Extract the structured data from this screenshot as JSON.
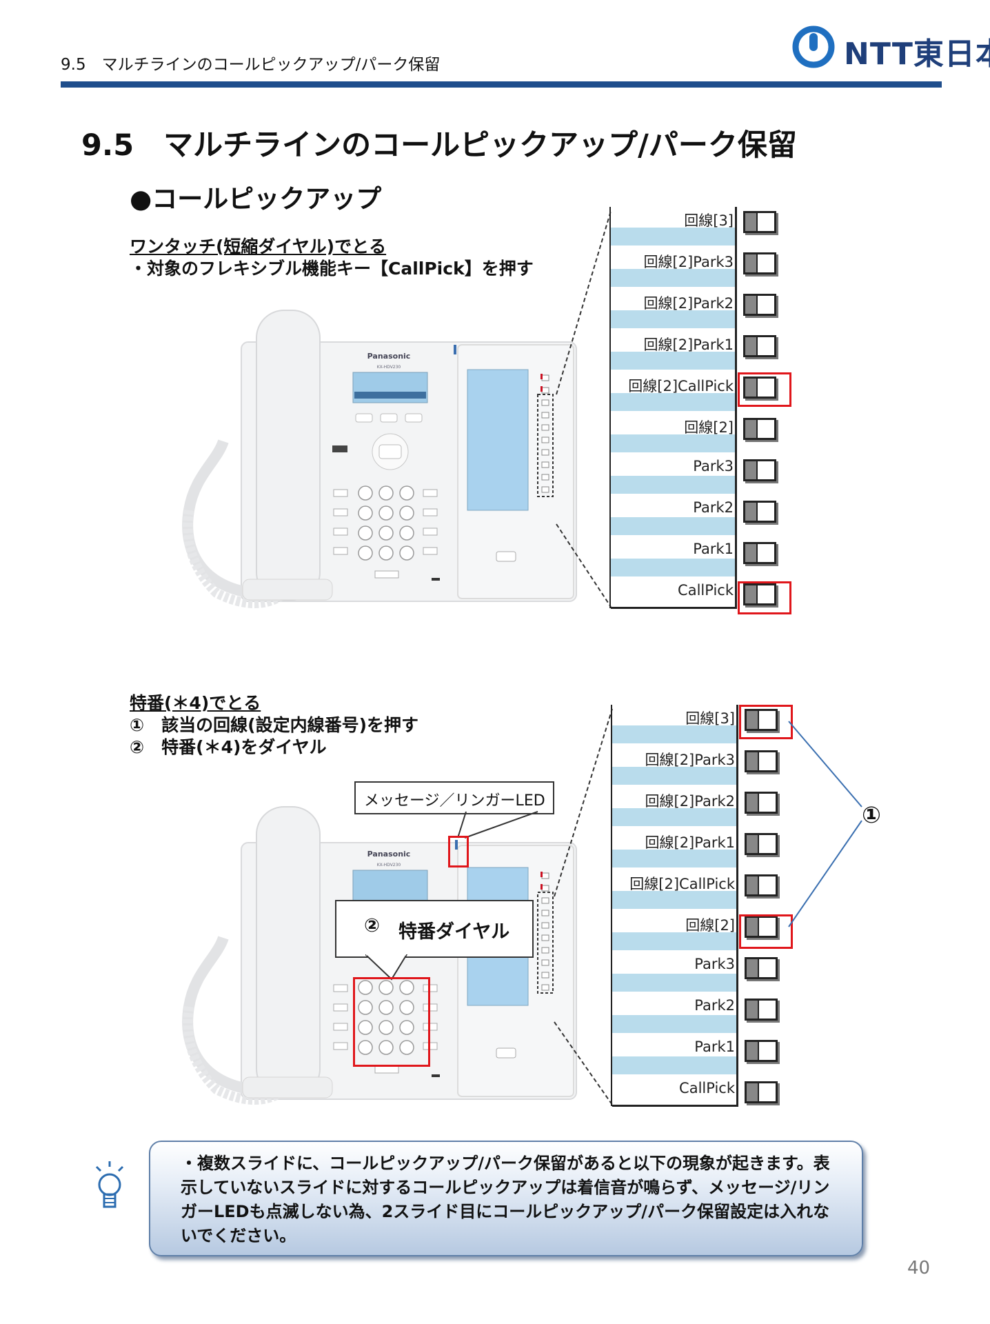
{
  "header": {
    "section_title": "9.5　マルチラインのコールピックアップ/パーク保留",
    "logo_text": "NTT東日本"
  },
  "main_title": "9.5　マルチラインのコールピックアップ/パーク保留",
  "section_heading": "●コールピックアップ",
  "one_touch": {
    "heading": "ワンタッチ(短縮ダイヤル)でとる",
    "instruction": "・対象のフレキシブル機能キー【CallPick】を押す"
  },
  "feature_code": {
    "heading": "特番(＊4)でとる",
    "step1": "①　該当の回線(設定内線番号)を押す",
    "step2": "②　特番(＊4)をダイヤル"
  },
  "key_labels": [
    "回線[3]",
    "回線[2]Park3",
    "回線[2]Park2",
    "回線[2]Park1",
    "回線[2]CallPick",
    "回線[2]",
    "Park3",
    "Park2",
    "Park1",
    "CallPick"
  ],
  "phone": {
    "brand": "Panasonic",
    "model": "KX-HDV230"
  },
  "callouts": {
    "led": "メッセージ／リンガーLED",
    "dial_num": "②",
    "dial_label": "特番ダイヤル",
    "marker1": "①"
  },
  "note": {
    "text": "・複数スライドに、コールピックアップ/パーク保留があると以下の現象が起きます。表示していないスライドに対するコールピックアップは着信音が鳴らず、メッセージ/リンガーLEDも点滅しない為、2スライド目にコールピックアップ/パーク保留設定は入れないでください。"
  },
  "page_number": "40",
  "colors": {
    "header_rule": "#1f4e8c",
    "highlight": "#e0161b",
    "panel_band": "#b9dcec",
    "logo": "#1f6fc0"
  }
}
